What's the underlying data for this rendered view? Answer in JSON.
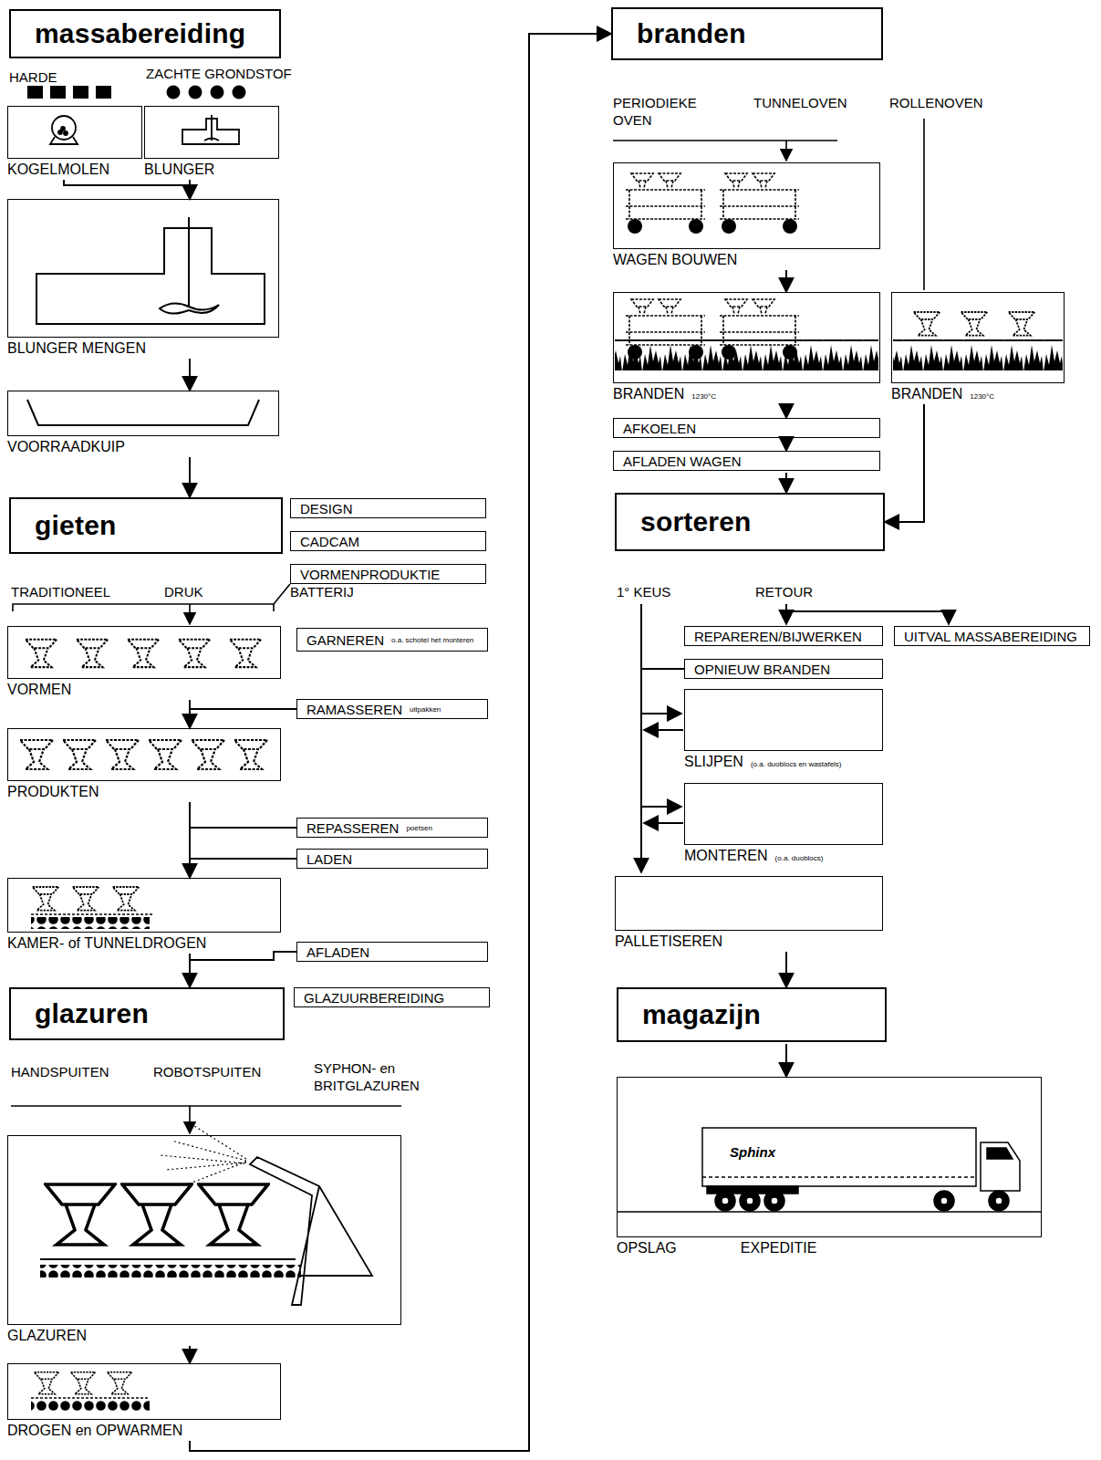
{
  "diagram": {
    "nodes": [
      {
        "text": [
          "massabereiding"
        ]
      },
      {
        "text": [
          "KOGELMOLEN"
        ]
      },
      {
        "text": [
          "BLUNGER"
        ]
      },
      {
        "text": [
          "BLUNGER MENGEN"
        ]
      },
      {
        "text": [
          "VOORRAADKUIP"
        ]
      },
      {
        "text": [
          "gieten"
        ]
      },
      {
        "text": [
          "DESIGN"
        ]
      },
      {
        "text": [
          "CADCAM"
        ]
      },
      {
        "text": [
          "VORMENPRODUKTIE"
        ]
      },
      {
        "text": [
          "VORMEN"
        ]
      },
      {
        "text": [
          "GARNEREN",
          "o.a. schotel het monteren"
        ]
      },
      {
        "text": [
          "RAMASSEREN",
          "uitpakken"
        ]
      },
      {
        "text": [
          "PRODUKTEN"
        ]
      },
      {
        "text": [
          "REPASSEREN",
          "poetsen"
        ]
      },
      {
        "text": [
          "LADEN"
        ]
      },
      {
        "text": [
          "KAMER- of TUNNELDROGEN"
        ]
      },
      {
        "text": [
          "AFLADEN"
        ]
      },
      {
        "text": [
          "glazuren"
        ]
      },
      {
        "text": [
          "GLAZUURBEREIDING"
        ]
      },
      {
        "text": [
          "GLAZUREN"
        ]
      },
      {
        "text": [
          "DROGEN en OPWARMEN"
        ]
      },
      {
        "text": [
          "branden"
        ]
      },
      {
        "text": [
          "WAGEN BOUWEN"
        ]
      },
      {
        "text": [
          "BRANDEN",
          "1230°C"
        ]
      },
      {
        "text": [
          "BRANDEN",
          "1230°C"
        ]
      },
      {
        "text": [
          "AFKOELEN"
        ]
      },
      {
        "text": [
          "AFLADEN WAGEN"
        ]
      },
      {
        "text": [
          "sorteren"
        ]
      },
      {
        "text": [
          "REPAREREN/BIJWERKEN"
        ]
      },
      {
        "text": [
          "UITVAL MASSABEREIDING"
        ]
      },
      {
        "text": [
          "OPNIEUW BRANDEN"
        ]
      },
      {
        "text": [
          "SLIJPEN",
          "(o.a. duoblocs en wastafels)"
        ]
      },
      {
        "text": [
          "MONTEREN",
          "(o.a. duoblocs)"
        ]
      },
      {
        "text": [
          "PALLETISEREN"
        ]
      },
      {
        "text": [
          "magazijn"
        ]
      },
      {
        "text": [
          "OPSLAG",
          "EXPEDITIE"
        ]
      }
    ],
    "edges": [
      {
        "from": 1,
        "to": 3,
        "arrow": "to"
      },
      {
        "from": 2,
        "to": 3,
        "arrow": "to"
      },
      {
        "from": 3,
        "to": 4,
        "arrow": "to"
      },
      {
        "from": 4,
        "to": 5,
        "arrow": "to"
      },
      {
        "from": 9,
        "to": 11,
        "arrow": "none"
      },
      {
        "from": 9,
        "to": 12,
        "arrow": "to"
      },
      {
        "from": 12,
        "to": 13,
        "arrow": "none"
      },
      {
        "from": 12,
        "to": 14,
        "arrow": "none"
      },
      {
        "from": 12,
        "to": 15,
        "arrow": "to"
      },
      {
        "from": 15,
        "to": 16,
        "arrow": "none"
      },
      {
        "from": 15,
        "to": 17,
        "arrow": "to"
      },
      {
        "from": 19,
        "to": 20,
        "arrow": "to"
      },
      {
        "from": 20,
        "to": 21,
        "arrow": "to"
      },
      {
        "from": 22,
        "to": 23,
        "arrow": "to"
      },
      {
        "from": 23,
        "to": 25,
        "arrow": "to"
      },
      {
        "from": 25,
        "to": 26,
        "arrow": "to"
      },
      {
        "from": 26,
        "to": 27,
        "arrow": "to"
      },
      {
        "from": 24,
        "to": 27,
        "arrow": "to"
      },
      {
        "from": 33,
        "to": 34,
        "arrow": "to"
      },
      {
        "from": 34,
        "to": 35,
        "arrow": "to"
      }
    ],
    "labels": [
      "HARDE",
      "ZACHTE GRONDSTOF",
      "TRADITIONEEL",
      "DRUK",
      "BATTERIJ",
      "HANDSPUITEN",
      "ROBOTSPUITEN",
      "SYPHON- en BRITGLAZUREN",
      "PERIODIEKE OVEN",
      "TUNNELOVEN",
      "ROLLENOVEN",
      "1° KEUS",
      "RETOUR",
      "Sphinx"
    ]
  }
}
